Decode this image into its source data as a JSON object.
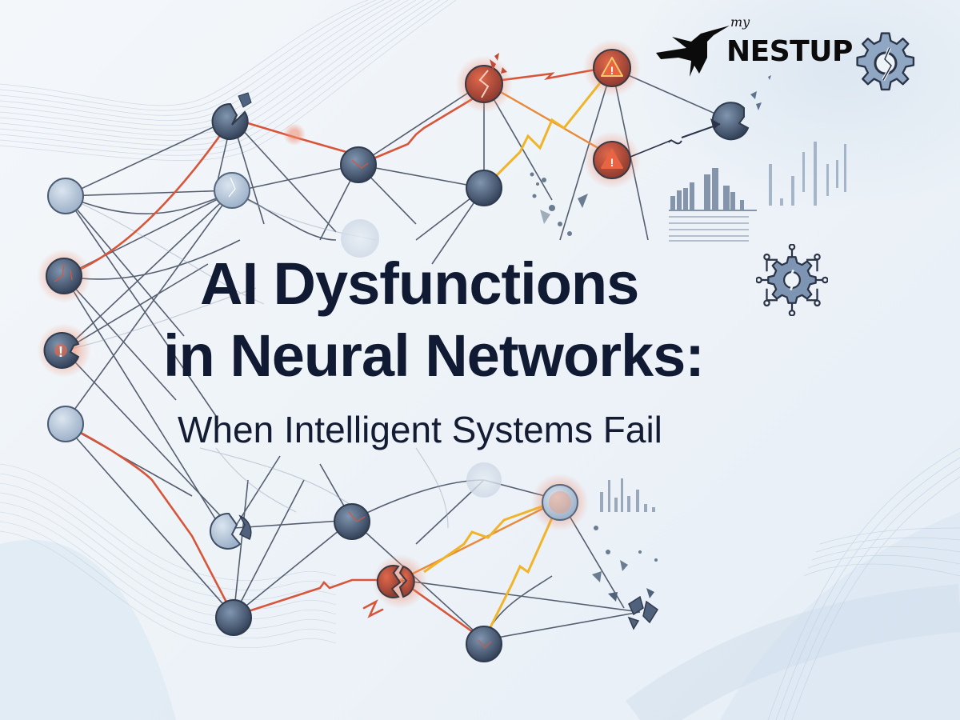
{
  "title": {
    "line1": "AI Dysfunctions",
    "line2": "in Neural Networks:",
    "subtitle": "When Intelligent Systems Fail"
  },
  "logo": {
    "prefix": "my",
    "brand": "NESTUP"
  },
  "icons": {
    "logo_bird": "hummingbird-icon",
    "logo_gear": "broken-gear-icon",
    "title_gear": "circuit-gear-icon",
    "warning": "warning-triangle-icon",
    "lightning": "lightning-bolt-icon",
    "chart": "bar-chart-icon"
  },
  "colors": {
    "title": "#111a33",
    "node_dark": "#3c4d66",
    "node_light": "#b6c6d8",
    "error_red": "#d9553a",
    "spark_yellow": "#f0b429",
    "link_dark": "#2b3447",
    "background": "#eef3f8"
  }
}
